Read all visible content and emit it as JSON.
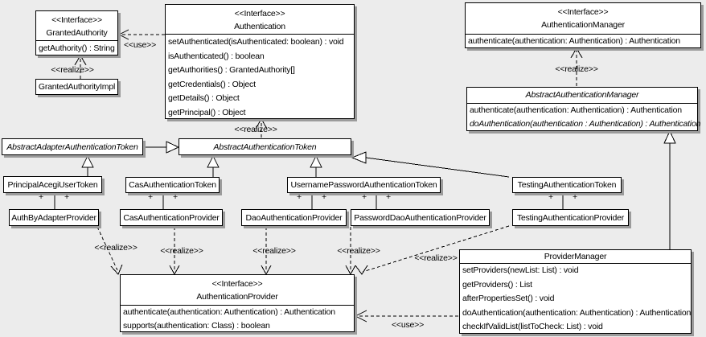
{
  "diagram_type": "uml-class-diagram",
  "colors": {
    "background": "#ececec",
    "box_fill": "#ffffff",
    "box_border": "#000000",
    "box_shadow": "#9b9b9b",
    "line": "#000000"
  },
  "labels": {
    "interface_stereotype": "<<Interface>>",
    "use": "<<use>>",
    "realize": "<<realize>>",
    "plus": "+"
  },
  "classes": {
    "granted_authority": {
      "name": "GrantedAuthority",
      "methods": [
        "getAuthority() : String"
      ]
    },
    "granted_authority_impl": {
      "name": "GrantedAuthorityImpl"
    },
    "authentication": {
      "name": "Authentication",
      "methods": [
        "setAuthenticated(isAuthenticated: boolean) : void",
        "isAuthenticated() : boolean",
        "getAuthorities() : GrantedAuthority[]",
        "getCredentials() : Object",
        "getDetails() : Object",
        "getPrincipal() : Object"
      ]
    },
    "authentication_manager": {
      "name": "AuthenticationManager",
      "methods": [
        "authenticate(authentication: Authentication) : Authentication"
      ]
    },
    "abstract_authentication_manager": {
      "name": "AbstractAuthenticationManager",
      "methods": [
        "authenticate(authentication: Authentication) : Authentication",
        "doAuthentication(authentication : Authentication) : Authentication"
      ]
    },
    "abstract_adapter_authentication_token": {
      "name": "AbstractAdapterAuthenticationToken"
    },
    "abstract_authentication_token": {
      "name": "AbstractAuthenticationToken"
    },
    "principal_acegi_user_token": {
      "name": "PrincipalAcegiUserToken"
    },
    "cas_authentication_token": {
      "name": "CasAuthenticationToken"
    },
    "username_password_authentication_token": {
      "name": "UsernamePasswordAuthenticationToken"
    },
    "testing_authentication_token": {
      "name": "TestingAuthenticationToken"
    },
    "auth_by_adapter_provider": {
      "name": "AuthByAdapterProvider"
    },
    "cas_authentication_provider": {
      "name": "CasAuthenticationProvider"
    },
    "dao_authentication_provider": {
      "name": "DaoAuthenticationProvider"
    },
    "password_dao_authentication_provider": {
      "name": "PasswordDaoAuthenticationProvider"
    },
    "testing_authentication_provider": {
      "name": "TestingAuthenticationProvider"
    },
    "authentication_provider": {
      "name": "AuthenticationProvider",
      "methods": [
        "authenticate(authentication: Authentication) : Authentication",
        "supports(authentication: Class) : boolean"
      ]
    },
    "provider_manager": {
      "name": "ProviderManager",
      "methods": [
        "setProviders(newList: List) : void",
        "getProviders() : List",
        "afterPropertiesSet() : void",
        "doAuthentication(authentication: Authentication) : Authentication",
        "checkIfValidList(listToCheck: List) : void"
      ]
    }
  }
}
